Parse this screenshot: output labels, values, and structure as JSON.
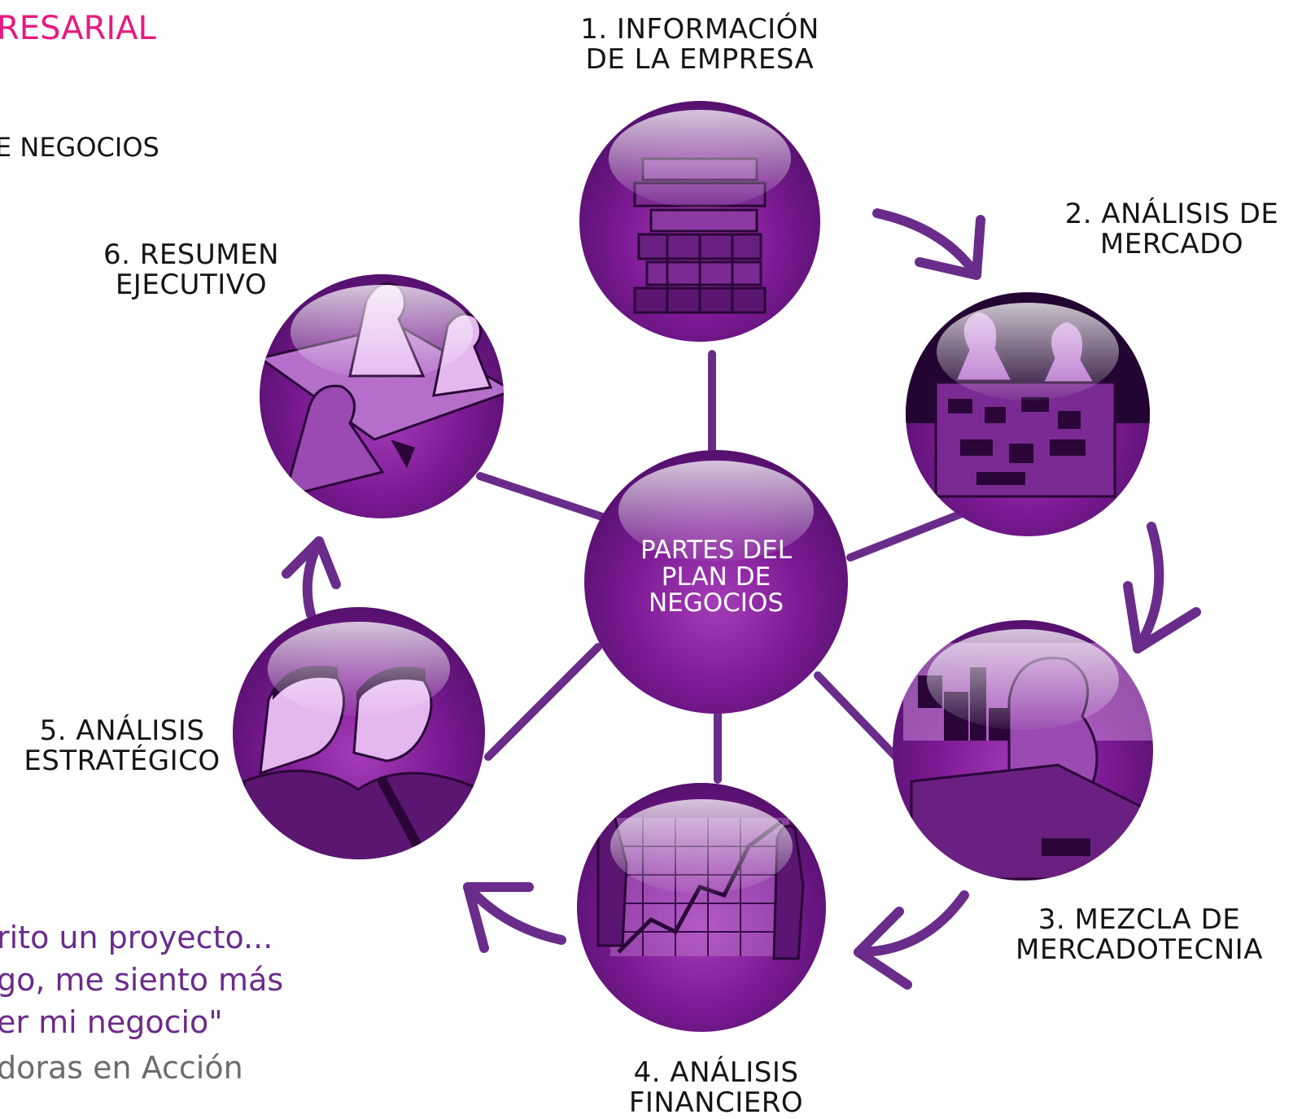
{
  "colors": {
    "circle_main": "#7b1a93",
    "circle_dark": "#52106a",
    "circle_light": "#c98ad8",
    "connector": "#6a2c8a",
    "arrow": "#6a2c8a",
    "title_pink": "#e8197f",
    "label": "#151515"
  },
  "fragments": {
    "title": "RESARIAL",
    "subtitle": "E NEGOCIOS",
    "quote_line1": "rito un proyecto...",
    "quote_line2": "go, me siento más",
    "quote_line3": "er mi negocio\"",
    "quote_author": "doras en Acción"
  },
  "center": {
    "label": "PARTES DEL\nPLAN DE\nNEGOCIOS",
    "icon": "glossy-sphere-icon"
  },
  "parts": [
    {
      "label": "1. INFORMACIÓN\nDE LA EMPRESA",
      "icon": "stack-of-books-icon"
    },
    {
      "label": "2. ANÁLISIS DE\nMERCADO",
      "icon": "market-shoppers-icon"
    },
    {
      "label": "3. MEZCLA DE\nMERCADOTECNIA",
      "icon": "woman-at-computer-icon"
    },
    {
      "label": "4. ANÁLISIS\nFINANCIERO",
      "icon": "business-growth-chart-icon"
    },
    {
      "label": "5. ANÁLISIS\nESTRATÉGICO",
      "icon": "workers-with-tools-icon"
    },
    {
      "label": "6. RESUMEN\nEJECUTIVO",
      "icon": "business-meeting-icon"
    }
  ]
}
